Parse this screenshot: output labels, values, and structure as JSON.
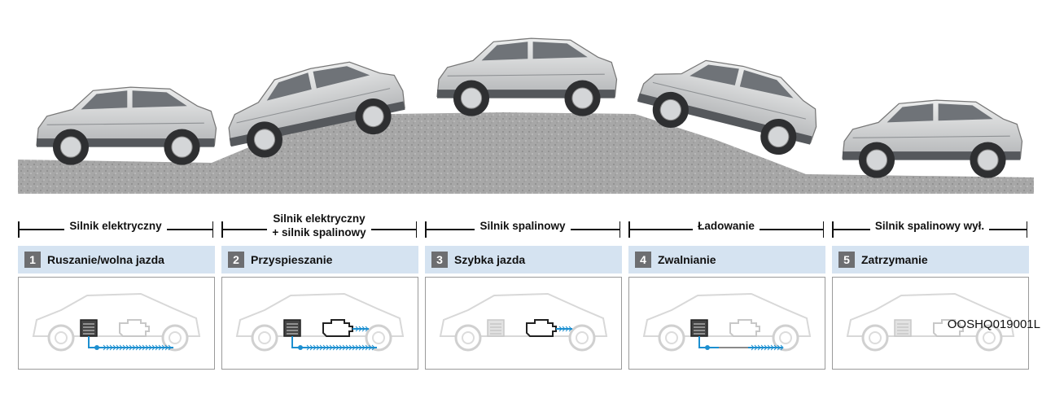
{
  "phases": [
    {
      "label": "Silnik elektryczny"
    },
    {
      "label": "Silnik elektryczny\n+ silnik spalinowy"
    },
    {
      "label": "Silnik spalinowy"
    },
    {
      "label": "Ładowanie"
    },
    {
      "label": "Silnik spalinowy wył."
    }
  ],
  "stages": [
    {
      "num": "1",
      "title": "Ruszanie/wolna jazda",
      "battery_active": true,
      "engine_active": false,
      "flow": "battery"
    },
    {
      "num": "2",
      "title": "Przyspieszanie",
      "battery_active": true,
      "engine_active": true,
      "flow": "both"
    },
    {
      "num": "3",
      "title": "Szybka jazda",
      "battery_active": false,
      "engine_active": true,
      "flow": "engine"
    },
    {
      "num": "4",
      "title": "Zwalnianie",
      "battery_active": true,
      "engine_active": false,
      "flow": "regen"
    },
    {
      "num": "5",
      "title": "Zatrzymanie",
      "battery_active": false,
      "engine_active": false,
      "flow": "none"
    }
  ],
  "image_code": "OOSHQ019001L",
  "colors": {
    "stage_bar": "#d5e3f1",
    "stage_num_bg": "#6d6e71",
    "flow_blue": "#1d8fd0",
    "flow_grey": "#8a8a8a",
    "car_body": "#c9cbcd",
    "ground": "#a3a3a3"
  }
}
